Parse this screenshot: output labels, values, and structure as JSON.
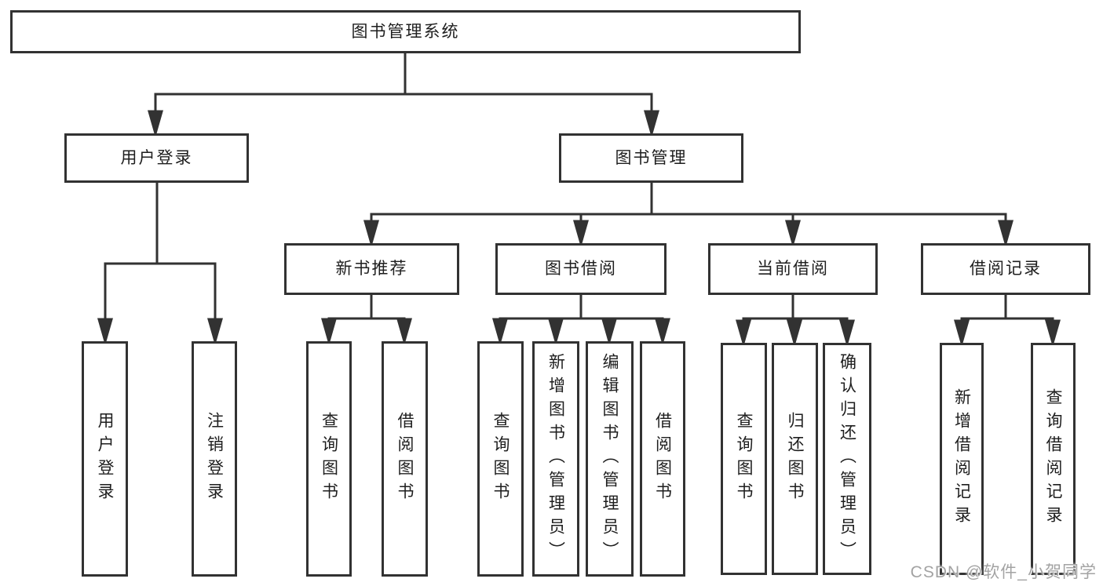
{
  "tree": {
    "label": "图书管理系统",
    "children": [
      {
        "label": "用户登录",
        "children": [
          {
            "label": "用户登录"
          },
          {
            "label": "注销登录"
          }
        ]
      },
      {
        "label": "图书管理",
        "children": [
          {
            "label": "新书推荐",
            "children": [
              {
                "label": "查询图书"
              },
              {
                "label": "借阅图书"
              }
            ]
          },
          {
            "label": "图书借阅",
            "children": [
              {
                "label": "查询图书"
              },
              {
                "label": "新增图书（管理员）"
              },
              {
                "label": "编辑图书（管理员）"
              },
              {
                "label": "借阅图书"
              }
            ]
          },
          {
            "label": "当前借阅",
            "children": [
              {
                "label": "查询图书"
              },
              {
                "label": "归还图书"
              },
              {
                "label": "确认归还（管理员）"
              }
            ]
          },
          {
            "label": "借阅记录",
            "children": [
              {
                "label": "新增借阅记录"
              },
              {
                "label": "查询借阅记录"
              }
            ]
          }
        ]
      }
    ]
  },
  "watermark": {
    "text": "CSDN @软件_小贺同学"
  },
  "colors": {
    "line": "#323232",
    "border": "#323232",
    "text": "#1e1e1e",
    "watermark": "#a3a3a3",
    "background": "#ffffff"
  }
}
